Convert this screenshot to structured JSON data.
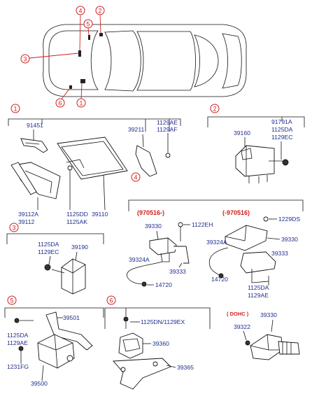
{
  "callouts": [
    "1",
    "2",
    "3",
    "4",
    "5",
    "6"
  ],
  "sections": {
    "s1": {
      "num": "1",
      "labels": {
        "a": "91451",
        "b": "39211",
        "c": "1129AE",
        "d": "1129AF",
        "e": "39112A",
        "f": "39112",
        "g": "1125DD",
        "h": "1125AK",
        "i": "39110"
      }
    },
    "s2": {
      "num": "2",
      "labels": {
        "a": "91791A",
        "b": "1125DA",
        "c": "1129EC",
        "d": "39160"
      }
    },
    "s3": {
      "num": "3",
      "labels": {
        "a": "1125DA",
        "b": "1129EC",
        "c": "39190"
      }
    },
    "s4": {
      "num": "4",
      "range_new": "(970516-)",
      "range_old": "(-970516)",
      "labels": {
        "a": "1122EH",
        "b": "39330",
        "c": "39324A",
        "d": "39333",
        "e": "14720",
        "f": "1229DS",
        "g": "39330",
        "h": "39324A",
        "i": "39333",
        "j": "14720",
        "k": "1125DA",
        "l": "1129AE"
      }
    },
    "s5": {
      "num": "5",
      "labels": {
        "a": "39501",
        "b": "1125DA",
        "c": "1129AE",
        "d": "1231FG",
        "e": "39500"
      }
    },
    "s6": {
      "num": "6",
      "labels": {
        "a": "1125DN/1129EX",
        "b": "39360",
        "c": "39365"
      }
    },
    "dohc": {
      "tag": "( DOHC )",
      "labels": {
        "a": "39330",
        "b": "39322"
      }
    }
  },
  "colors": {
    "callout": "#d11e1e",
    "part_number": "#1f2d8f",
    "line": "#111111"
  }
}
